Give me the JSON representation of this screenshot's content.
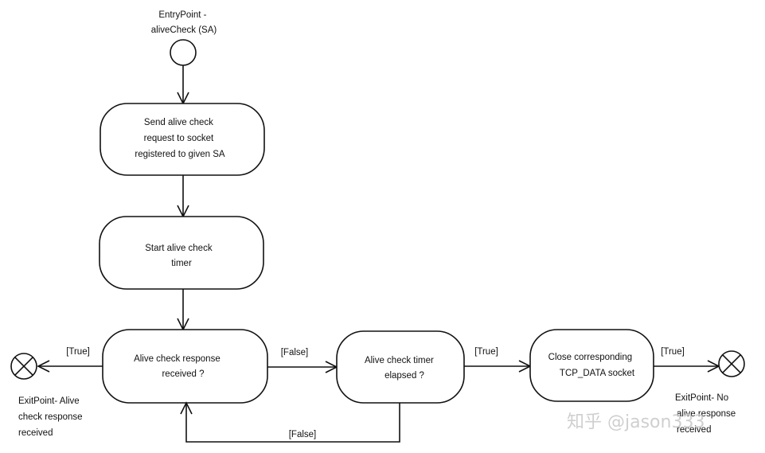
{
  "entry": {
    "lines": [
      "EntryPoint -",
      "aliveCheck (SA)"
    ]
  },
  "states": {
    "send": {
      "lines": [
        "Send alive check",
        "request to socket",
        "registered to given SA"
      ]
    },
    "start": {
      "lines": [
        "Start alive check",
        "timer"
      ]
    },
    "received": {
      "lines": [
        "Alive check response",
        "received ?"
      ]
    },
    "elapsed": {
      "lines": [
        "Alive check timer",
        "elapsed ?"
      ]
    },
    "close": {
      "lines": [
        "Close corresponding",
        "TCP_DATA socket"
      ]
    }
  },
  "guards": {
    "received_true": "[True]",
    "received_false": "[False]",
    "elapsed_true": "[True]",
    "elapsed_false": "[False]",
    "close_true": "[True]"
  },
  "exits": {
    "left": {
      "lines": [
        "ExitPoint- Alive",
        "check response",
        "received"
      ]
    },
    "right": {
      "lines": [
        "ExitPoint- No",
        "alive response",
        "received"
      ]
    }
  },
  "watermark": "知乎 @jason333"
}
